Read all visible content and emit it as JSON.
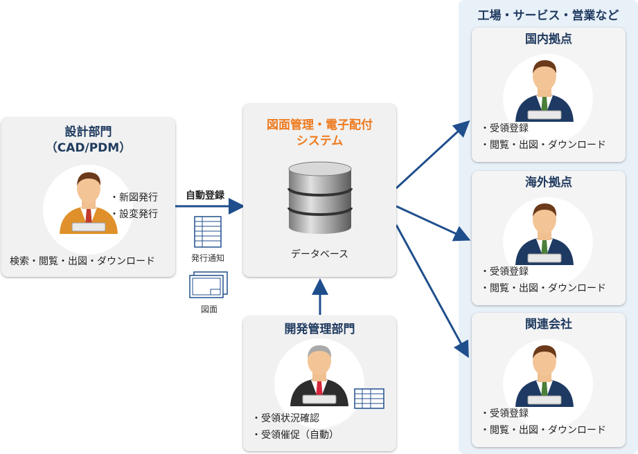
{
  "design": {
    "title_line1": "設計部門",
    "title_line2": "（CAD/PDM）",
    "item1": "・新図発行",
    "item2": "・設変発行",
    "footer": "検索・閲覧・出図・ダウンロード"
  },
  "flow": {
    "auto_register": "自動登録",
    "notice": "発行通知",
    "drawing": "図面"
  },
  "system": {
    "title_line1": "図面管理・電子配付",
    "title_line2": "システム",
    "db_label": "データベース"
  },
  "dev": {
    "title": "開発管理部門",
    "item1": "・受領状況確認",
    "item2": "・受領催促（自動）"
  },
  "targets": {
    "title": "工場・サービス・営業など",
    "sites": [
      {
        "name": "国内拠点",
        "item1": "・受領登録",
        "item2": "・閲覧・出図・ダウンロード"
      },
      {
        "name": "海外拠点",
        "item1": "・受領登録",
        "item2": "・閲覧・出図・ダウンロード"
      },
      {
        "name": "関連会社",
        "item1": "・受領登録",
        "item2": "・閲覧・出図・ダウンロード"
      }
    ]
  },
  "colors": {
    "arrow": "#1f4e8c",
    "title_blue": "#1f3a5f",
    "title_orange": "#ee7a1e",
    "panel_bg": "#e8f0f8"
  }
}
